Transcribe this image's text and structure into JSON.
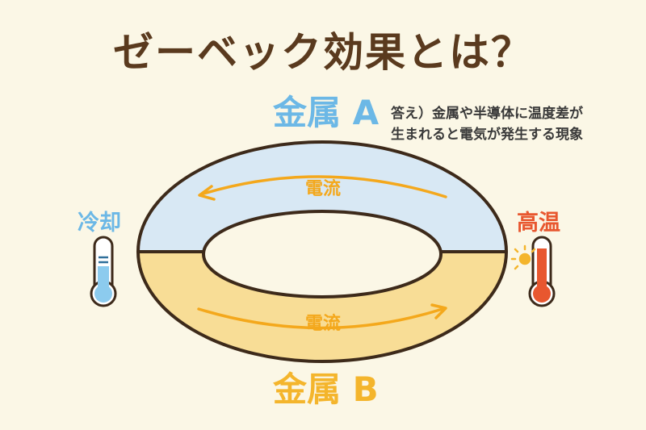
{
  "title": "ゼーベック効果とは？",
  "metal_a": "金属 A",
  "metal_b": "金属 B",
  "answer": {
    "line1": "答え）金属や半導体に温度差が",
    "line2": "生まれると電気が発生する現象"
  },
  "current_top": "電流",
  "current_bottom": "電流",
  "cooling_label": "冷却",
  "heating_label": "高温",
  "colors": {
    "metal_a": "#d8e8f4",
    "metal_b": "#f8dd96",
    "outline": "#3d2a1a",
    "arrow": "#f4a81c",
    "cool": "#6cb8e6",
    "hot": "#e8572f"
  },
  "icons": {
    "cool_thermometer": "thermometer-cold-icon",
    "hot_thermometer": "thermometer-hot-icon",
    "sun": "sun-icon"
  }
}
